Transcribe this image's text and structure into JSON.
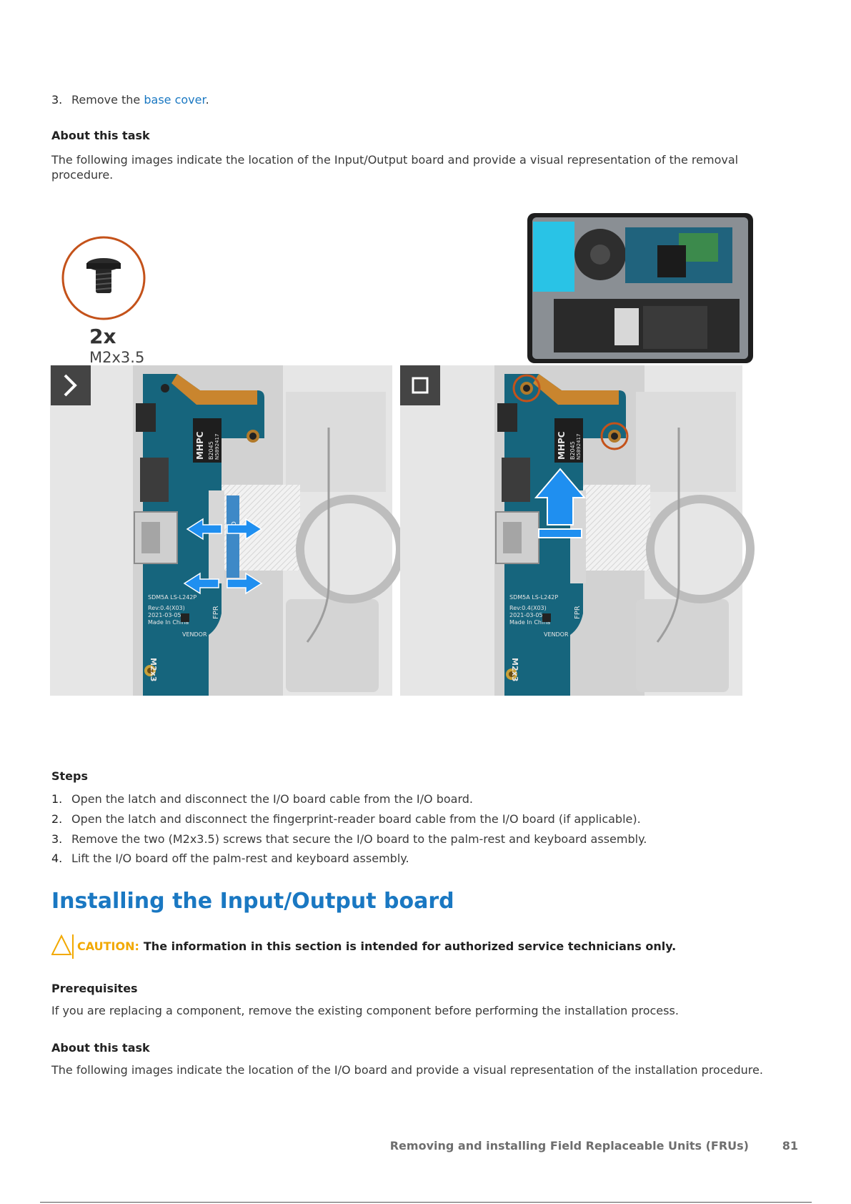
{
  "prereq_step": {
    "number": "3.",
    "text_before": "Remove the ",
    "link": "base cover",
    "text_after": "."
  },
  "about_task_1": {
    "heading": "About this task",
    "text": "The following images indicate the location of the Input/Output board and provide a visual representation of the removal procedure."
  },
  "figure": {
    "screw_count": "2x",
    "screw_size": "M2x3.5",
    "board_silk": {
      "mhpc": "MHPC",
      "chip_code": "B2045",
      "chip_code2": "N5892417",
      "rev": "SDM5A LS-L242P",
      "rev2": "Rev:0.4(X03)",
      "date": "2021-03-05",
      "made": "Made In China",
      "fpr": "FPR",
      "vendor": "VENDOR",
      "m2x3": "M2x3",
      "io": "IO"
    },
    "colors": {
      "board": "#16657d",
      "arrow": "#1f8ff0",
      "screw_ring": "#c4521a",
      "step_box": "#444444"
    }
  },
  "steps": {
    "heading": "Steps",
    "items": [
      {
        "n": "1.",
        "text": "Open the latch and disconnect the I/O board cable from the I/O board."
      },
      {
        "n": "2.",
        "text": "Open the latch and disconnect the fingerprint-reader board cable from the I/O board (if applicable)."
      },
      {
        "n": "3.",
        "text": "Remove the two (M2x3.5) screws that secure the I/O board to the palm-rest and keyboard assembly."
      },
      {
        "n": "4.",
        "text": "Lift the I/O board off the palm-rest and keyboard assembly."
      }
    ]
  },
  "section_title": "Installing the Input/Output board",
  "caution": {
    "label": "CAUTION:",
    "text": "The information in this section is intended for authorized service technicians only."
  },
  "prerequisites": {
    "heading": "Prerequisites",
    "text": "If you are replacing a component, remove the existing component before performing the installation process."
  },
  "about_task_2": {
    "heading": "About this task",
    "text": "The following images indicate the location of the I/O board and provide a visual representation of the installation procedure."
  },
  "footer": {
    "chapter": "Removing and installing Field Replaceable Units (FRUs)",
    "page": "81"
  }
}
